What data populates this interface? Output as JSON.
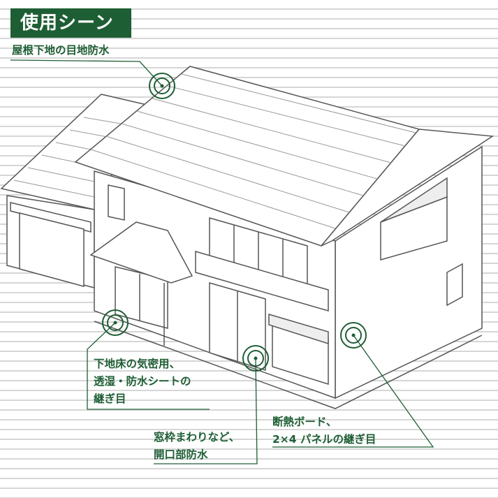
{
  "title": "使用シーン",
  "accent_color": "#1e5e34",
  "callouts": [
    {
      "lines": [
        "屋根下地の目地防水"
      ]
    },
    {
      "lines": [
        "下地床の気密用、",
        "透湿・防水シートの",
        "継ぎ目"
      ]
    },
    {
      "lines": [
        "窓枠まわりなど、",
        "開口部防水"
      ]
    },
    {
      "lines": [
        "断熱ボード、",
        "2×4 パネルの継ぎ目"
      ]
    }
  ]
}
